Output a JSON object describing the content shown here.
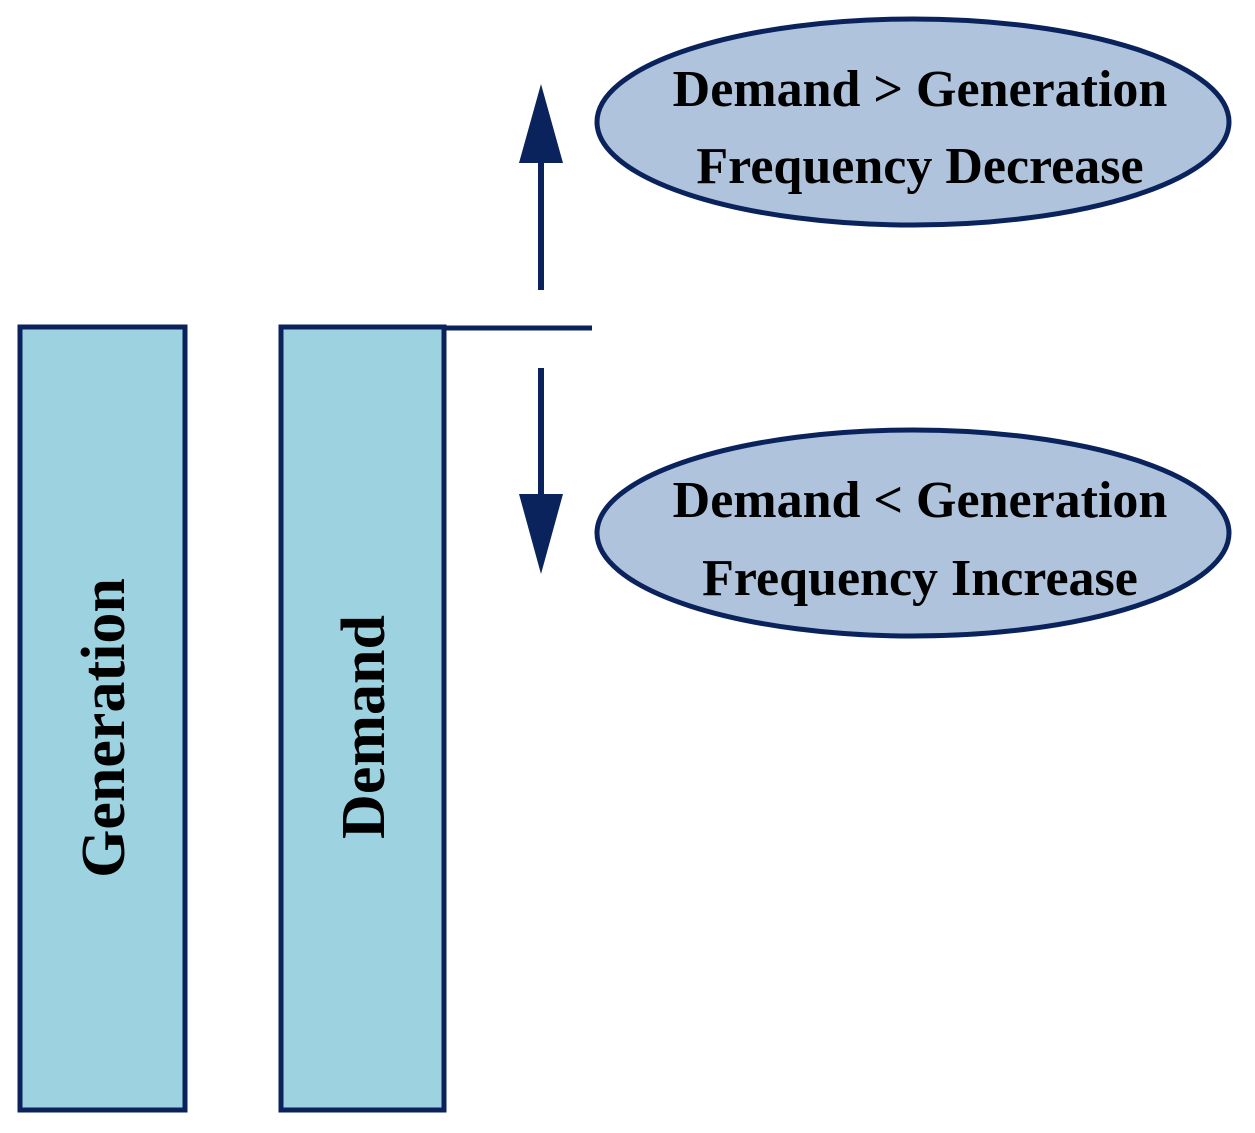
{
  "bars": {
    "generation": {
      "label": "Generation"
    },
    "demand": {
      "label": "Demand"
    }
  },
  "states": {
    "upper": {
      "line1": "Demand > Generation",
      "line2": "Frequency Decrease"
    },
    "lower": {
      "line1": "Demand < Generation",
      "line2": "Frequency Increase"
    }
  },
  "colors": {
    "bar_fill": "#9dd2e0",
    "ellipse_fill": "#b0c3dc",
    "stroke": "#0a235c"
  }
}
